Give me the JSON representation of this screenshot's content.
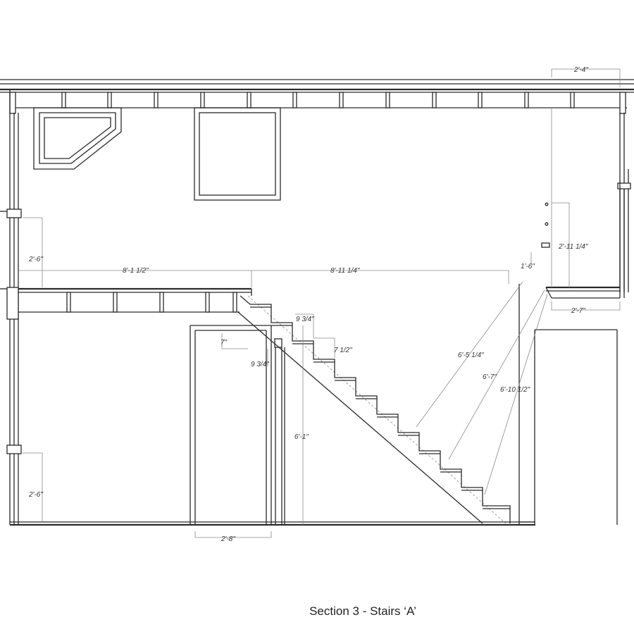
{
  "caption": "Section 3 - Stairs ‘A’",
  "dimensions": {
    "left_upper_rail": "2'-6\"",
    "left_lower_rail": "2'-6\"",
    "loft_span": "8'-1 1/2\"",
    "stair_run": "8'-11 1/4\"",
    "top_right": "2'-4\"",
    "right_rail_height": "2'-11 1/4\"",
    "right_landing_width": "2'-7\"",
    "right_step_offset": "1'-6\"",
    "riser_upper": "9 3/4\"",
    "tread": "7 1/2\"",
    "door_offset": "7\"",
    "riser_lower": "9 3/4\"",
    "door_height": "6'-1\"",
    "door_width": "2'-8\"",
    "diag_1": "6'-5 1/4\"",
    "diag_2": "6'-7\"",
    "diag_3": "6'-10 1/2\""
  }
}
